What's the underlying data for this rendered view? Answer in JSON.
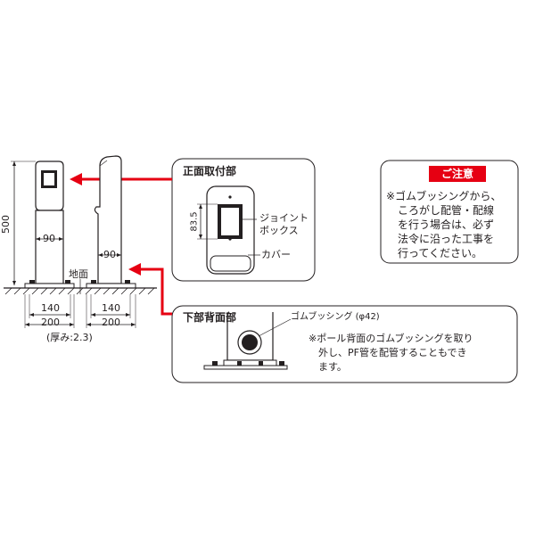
{
  "main_diagram": {
    "height_label": "500",
    "width_front": "90",
    "width_side": "90",
    "ground_label": "地面",
    "base_inner_left": "140",
    "base_outer_left": "200",
    "base_inner_right": "140",
    "base_outer_right": "200",
    "thickness_label": "(厚み:2.3)"
  },
  "front_mount_box": {
    "title": "正面取付部",
    "dim_label": "83.5",
    "joint_box_line1": "ジョイント",
    "joint_box_line2": "ボックス",
    "cover_label": "カバー"
  },
  "rear_box": {
    "title": "下部背面部",
    "bushing_label": "ゴムブッシング (φ42)",
    "note_line1": "※ポール背面のゴムブッシングを取り",
    "note_line2": "外し、PF管を配管することもでき",
    "note_line3": "ます。"
  },
  "caution_box": {
    "heading": "ご注意",
    "line1": "※ゴムブッシングから、",
    "line2": "ころがし配管・配線",
    "line3": "を行う場合は、必ず",
    "line4": "法令に沿った工事を",
    "line5": "行ってください。"
  },
  "colors": {
    "accent_red": "#e60012",
    "line": "#231f20",
    "pole_fill": "#ffffff",
    "ground_hatch": "#231f20"
  }
}
